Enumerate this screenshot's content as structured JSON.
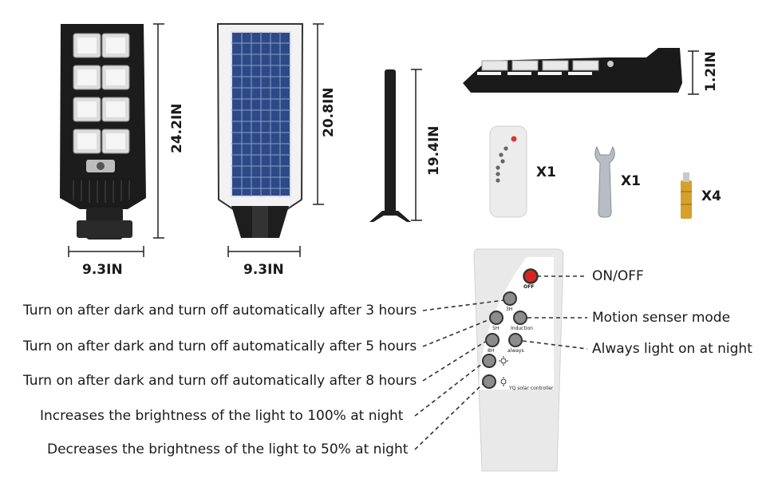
{
  "dimensions": {
    "lamp_front_height": "24.2IN",
    "lamp_front_width": "9.3IN",
    "lamp_back_height": "20.8IN",
    "lamp_back_width": "9.3IN",
    "pole_height": "19.4IN",
    "lamp_side_thickness": "1.2IN"
  },
  "accessories": {
    "remote_qty": "X1",
    "wrench_qty": "X1",
    "screws_qty": "X4"
  },
  "remote": {
    "labels": {
      "off": "OFF",
      "h3": "3H",
      "h5": "5H",
      "induction": "Induction",
      "h8": "8H",
      "always": "always",
      "brand": "YQ solar controller"
    }
  },
  "callouts": {
    "on_off": "ON/OFF",
    "after_3h": "Turn on after dark and turn off automatically after 3 hours",
    "motion": "Motion senser mode",
    "after_5h": "Turn on after dark and turn off automatically after 5 hours",
    "always_on": "Always light on at night",
    "after_8h": "Turn on after dark and turn off automatically after 8 hours",
    "bright_100": "Increases the brightness of the light to 100% at night",
    "bright_50": "Decreases the brightness of the light to 50% at night"
  }
}
